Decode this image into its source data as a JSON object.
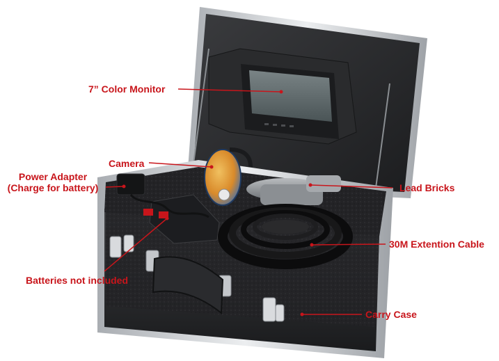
{
  "colors": {
    "label_text": "#c8151b",
    "label_text_dark": "#222222",
    "pointer_line": "#c8151b",
    "case_shell": "#2b2b2d",
    "case_frame": "#c9ccd0",
    "foam": "#1f1f21",
    "monitor_screen": "#5a6466"
  },
  "labels": {
    "monitor": "7” Color Monitor",
    "camera": "Camera",
    "power_adapter_line1": "Power Adapter",
    "power_adapter_line2": "(Charge for battery)",
    "lead_bricks": "Lead Bricks",
    "cable": "30M Extention Cable",
    "batteries": "Batteries not included",
    "carry_case": "Carry Case"
  }
}
